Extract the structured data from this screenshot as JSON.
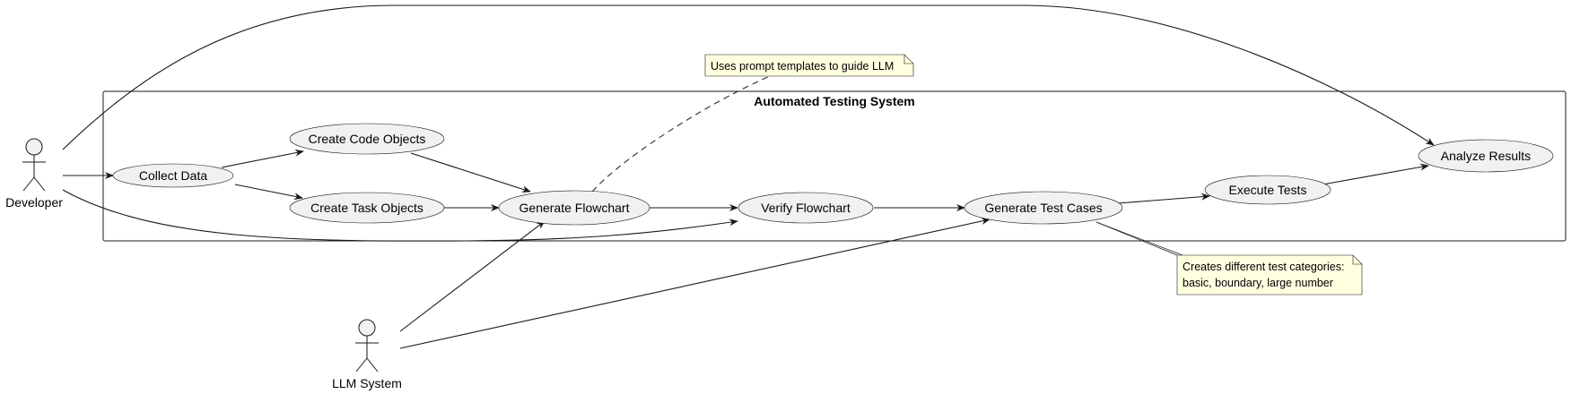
{
  "system": {
    "title": "Automated Testing System"
  },
  "actors": {
    "developer": "Developer",
    "llm": "LLM System"
  },
  "use_cases": {
    "collect_data": "Collect Data",
    "create_code_objects": "Create Code Objects",
    "create_task_objects": "Create Task Objects",
    "generate_flowchart": "Generate Flowchart",
    "verify_flowchart": "Verify Flowchart",
    "generate_test_cases": "Generate Test Cases",
    "execute_tests": "Execute Tests",
    "analyze_results": "Analyze Results"
  },
  "notes": {
    "prompt_templates": "Uses prompt templates to guide LLM",
    "test_categories_line1": "Creates different test categories:",
    "test_categories_line2": "basic, boundary, large number"
  },
  "colors": {
    "use_case_fill": "#f1f1f1",
    "note_fill": "#ffffe0",
    "stroke": "#181818"
  }
}
